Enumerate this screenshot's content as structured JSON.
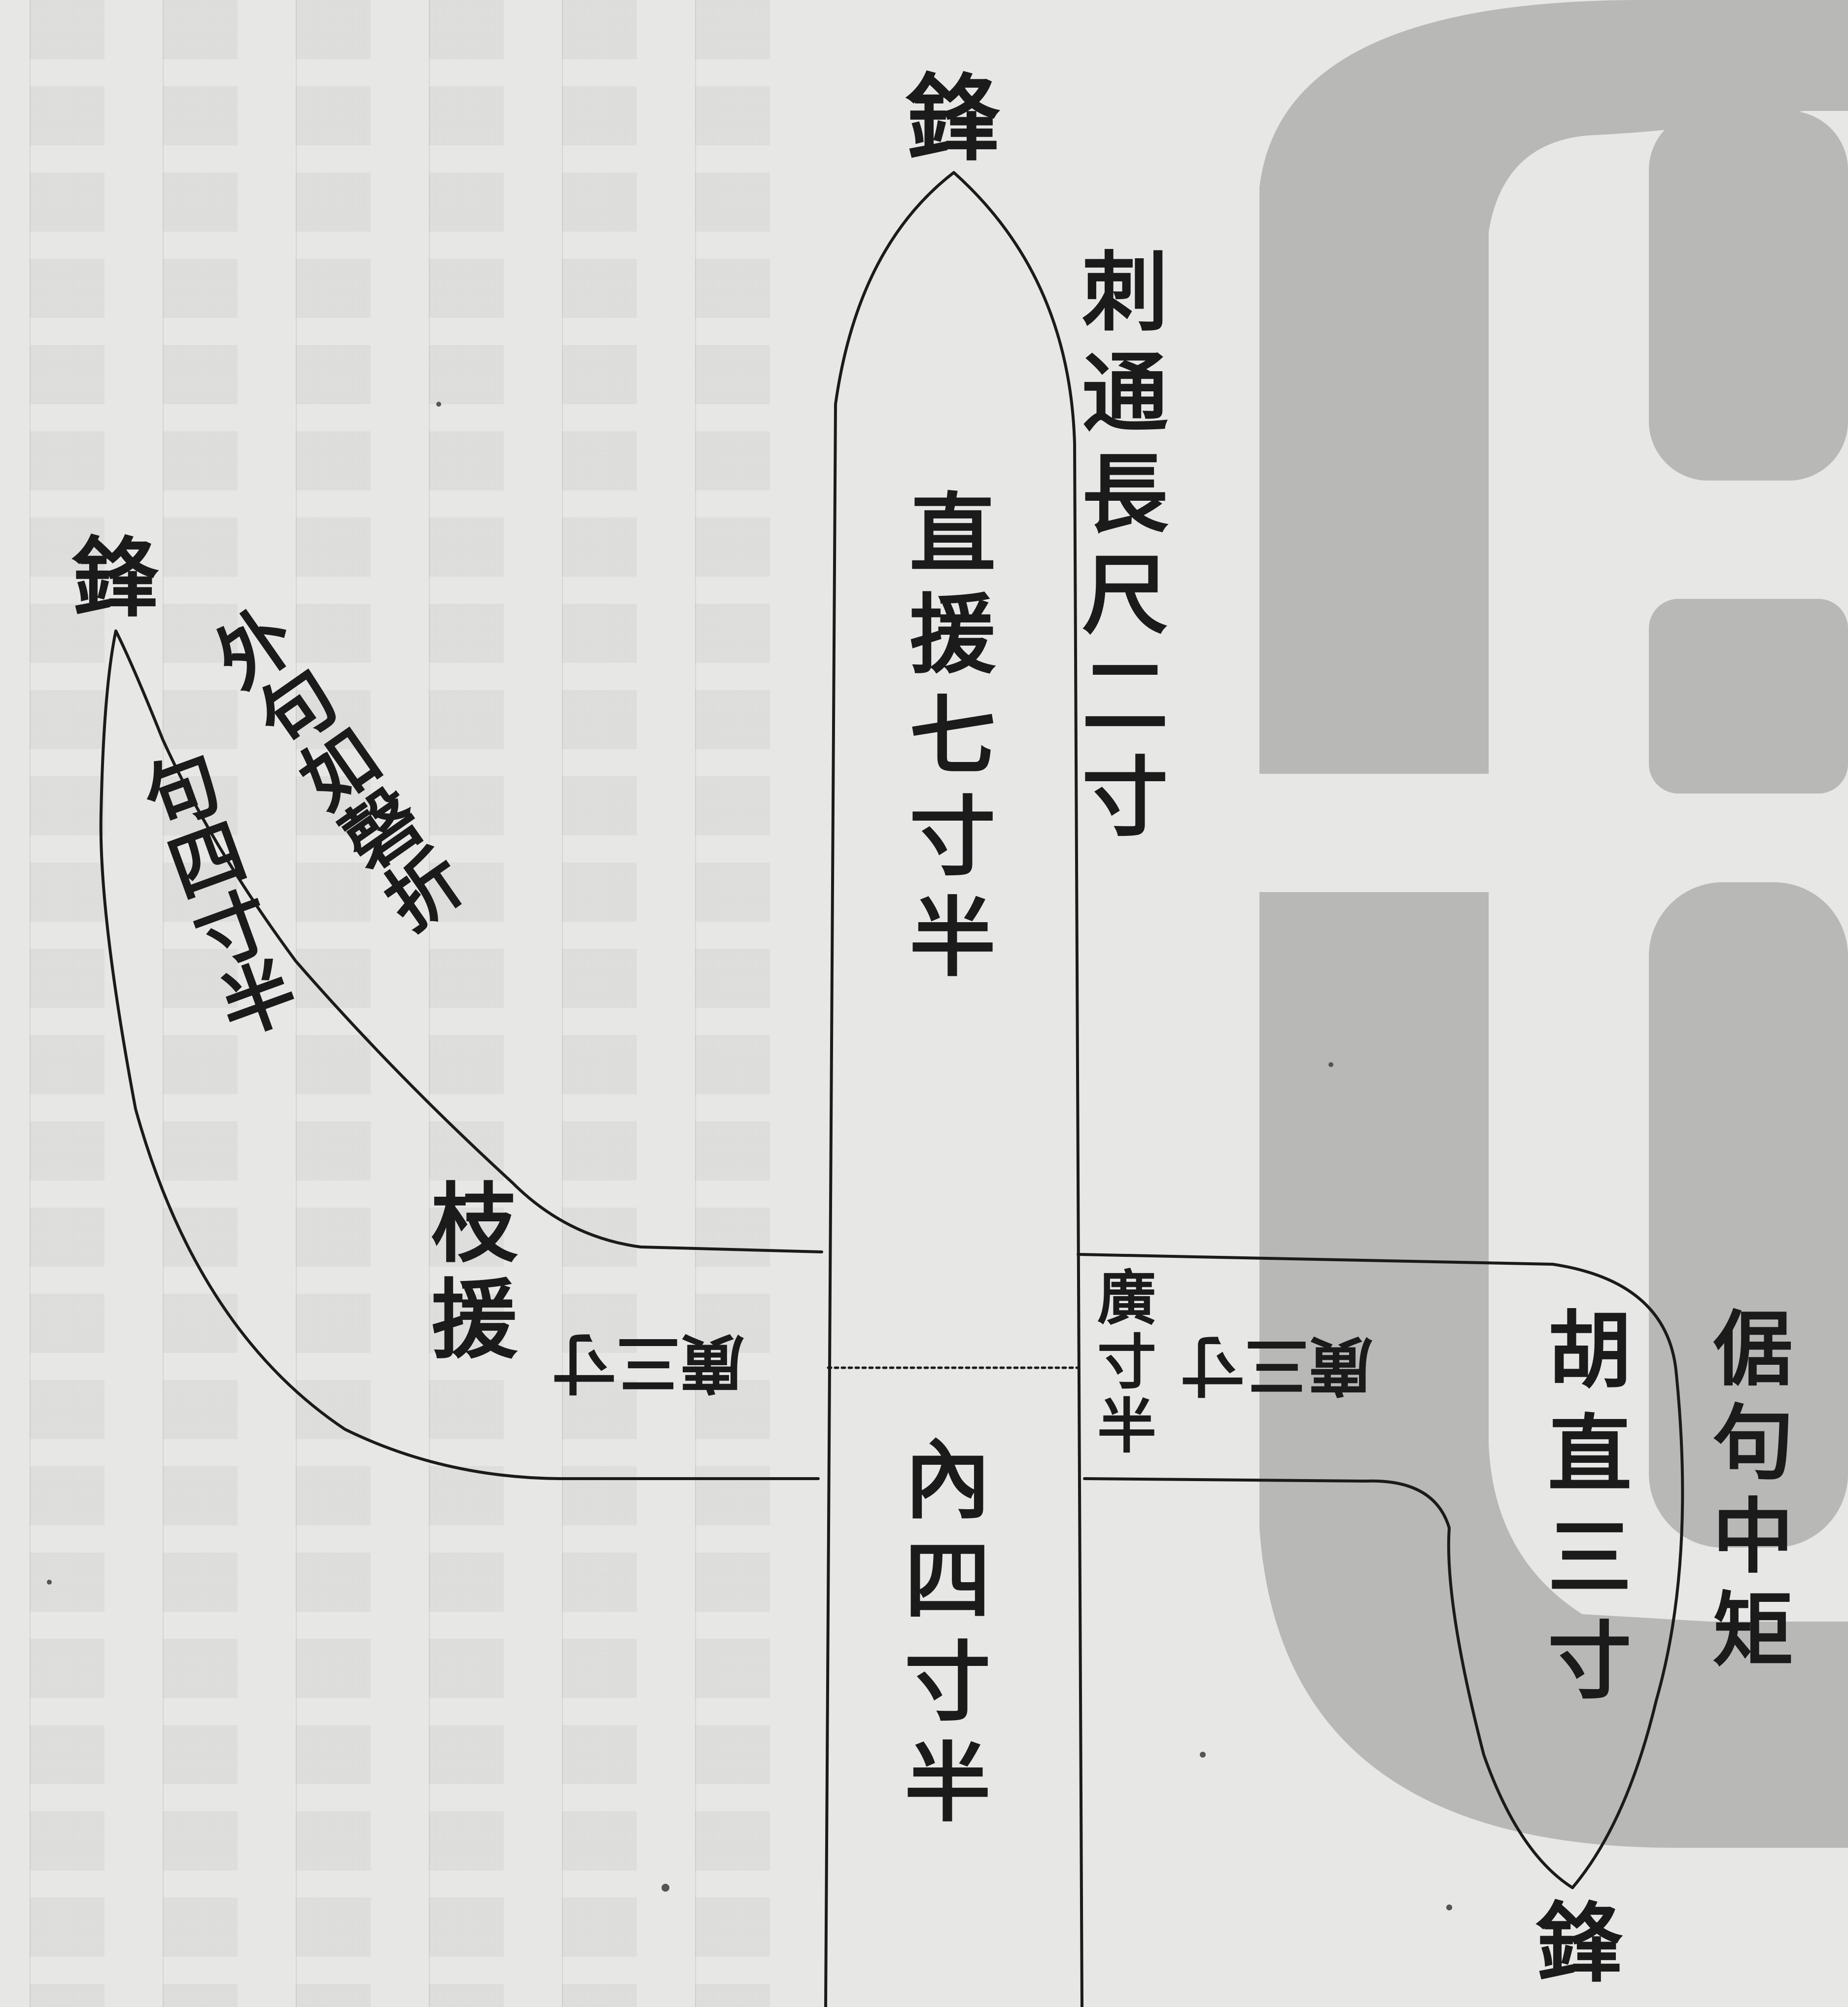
{
  "labels": {
    "top_tip": "鋒",
    "left_tip": "鋒",
    "bottom_tip": "鋒",
    "thrust_length": "刺通長尺二寸",
    "straight_blade": "直援七寸半",
    "outer_hook": "外句如磬折",
    "hook_length": "句四寸半",
    "branch_blade": "枝援",
    "width_left": "廣三寸",
    "width_cun": "廣寸半",
    "width_right": "廣三寸",
    "inner": "內四寸半",
    "hu_straight": "胡直三寸",
    "ju_hook": "倨句中矩"
  },
  "colors": {
    "paper": "#e7e7e5",
    "ink": "#1b1b1b",
    "watermark": "#b8b8b6"
  }
}
